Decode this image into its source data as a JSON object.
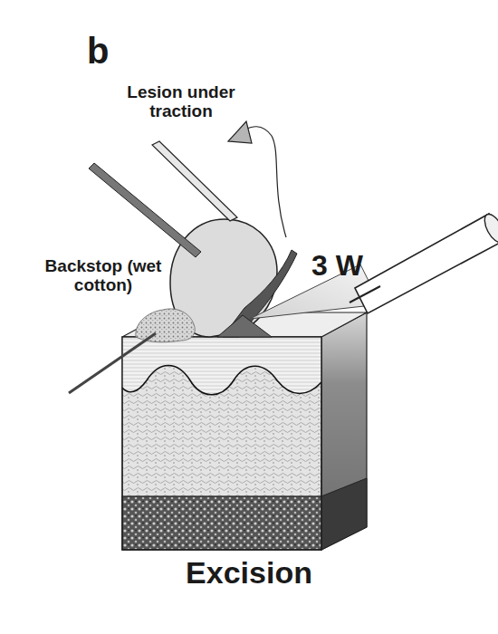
{
  "diagram": {
    "caption": "Excision",
    "labels": [
      "b",
      "Lesion under traction",
      "Backstop (wet cotton)",
      "3 W"
    ]
  }
}
